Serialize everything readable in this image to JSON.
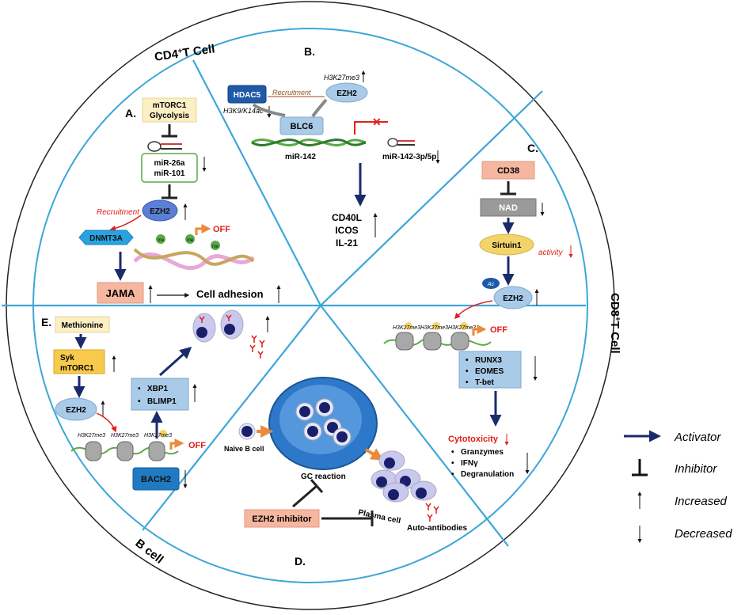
{
  "sectors": {
    "cd4": "CD4",
    "cd4_sup": "+",
    "cd4_rest": "T Cell",
    "cd8": "CD8",
    "cd8_sup": "+",
    "cd8_rest": "T Cell",
    "bcell": "B cell"
  },
  "panelA": {
    "letter": "A.",
    "mtorc1": "mTORC1",
    "glycolysis": "Glycolysis",
    "mir26a": "miR-26a",
    "mir101": "miR-101",
    "ezh2": "EZH2",
    "recruitment": "Recruitment",
    "dnmt3a": "DNMT3A",
    "off": "OFF",
    "jama": "JAMA",
    "cell_adhesion": "Cell adhesion",
    "me": "me"
  },
  "panelB": {
    "letter": "B.",
    "hdac5": "HDAC5",
    "recruitment": "Recruitment",
    "h3k27me3": "H3K27me3",
    "ezh2": "EZH2",
    "h3k9": "H3K9/K14ac",
    "blc6": "BLC6",
    "mir142": "miR-142",
    "mir142_3p": "miR-142-3p/5p",
    "cd40l": "CD40L",
    "icos": "ICOS",
    "il21": "IL-21"
  },
  "panelC": {
    "letter": "C.",
    "cd38": "CD38",
    "nad": "NAD",
    "sirtuin1": "Sirtuin1",
    "activity": "activity",
    "ac": "Ac",
    "ezh2": "EZH2",
    "h3k27me3": "H3K27me3",
    "off": "OFF",
    "runx3": "RUNX3",
    "eomes": "EOMES",
    "tbet": "T-bet",
    "cytotoxicity": "Cytotoxicity",
    "granzymes": "Granzymes",
    "ifng": "IFNγ",
    "degranulation": "Degranulation"
  },
  "panelD": {
    "letter": "D.",
    "naive_b": "Naïve B cell",
    "gc_reaction": "GC reaction",
    "plasma_cell": "Plasma cell",
    "auto_antibodies": "Auto-antibodies",
    "ezh2_inhibitor": "EZH2 inhibitor"
  },
  "panelE": {
    "letter": "E.",
    "methionine": "Methionine",
    "syk": "Syk",
    "mtorc1": "mTORC1",
    "ezh2": "EZH2",
    "h3k27me3": "H3K27me3",
    "xbp1": "XBP1",
    "blimp1": "BLIMP1",
    "off": "OFF",
    "bach2": "BACH2"
  },
  "legend": {
    "activator": "Activator",
    "inhibitor": "Inhibitor",
    "increased": "Increased",
    "decreased": "Decreased"
  },
  "colors": {
    "arrow": "#1a2b6b",
    "circle_line": "#3ea6d8",
    "red": "#e0201b",
    "orange": "#ea8a3a"
  }
}
